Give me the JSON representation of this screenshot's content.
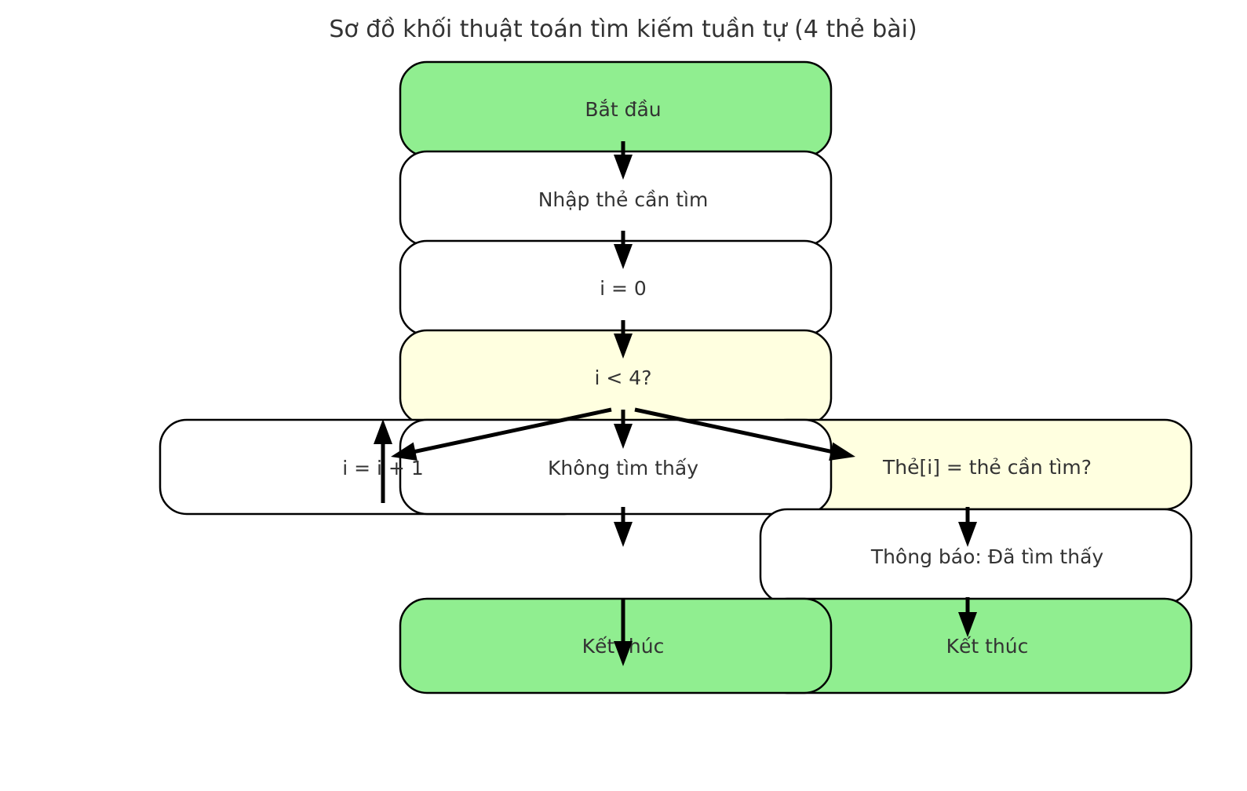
{
  "title": "Sơ đồ khối thuật toán tìm kiếm tuần tự (4 thẻ bài)",
  "colors": {
    "terminal": "#90EE90",
    "process": "#FFFFFF",
    "decision": "#FFFFE0",
    "stroke": "#000000",
    "text": "#333333"
  },
  "nodes": [
    {
      "id": "start",
      "label": "Bắt đầu",
      "kind": "terminal"
    },
    {
      "id": "input",
      "label": "Nhập thẻ cần tìm",
      "kind": "process"
    },
    {
      "id": "init",
      "label": "i = 0",
      "kind": "process"
    },
    {
      "id": "loop-check",
      "label": "i < 4?",
      "kind": "decision"
    },
    {
      "id": "increment",
      "label": "i = i + 1",
      "kind": "process"
    },
    {
      "id": "compare",
      "label": "Thẻ[i] = thẻ cần tìm?",
      "kind": "decision"
    },
    {
      "id": "not-found",
      "label": "Không tìm thấy",
      "kind": "process"
    },
    {
      "id": "found-msg",
      "label": "Thông báo: Đã tìm thấy",
      "kind": "process"
    },
    {
      "id": "end-found",
      "label": "Kết thúc",
      "kind": "terminal"
    },
    {
      "id": "end-not-found",
      "label": "Kết thúc",
      "kind": "terminal"
    }
  ],
  "edges": [
    {
      "from": "start",
      "to": "input"
    },
    {
      "from": "input",
      "to": "init"
    },
    {
      "from": "init",
      "to": "loop-check"
    },
    {
      "from": "loop-check",
      "to": "increment"
    },
    {
      "from": "loop-check",
      "to": "not-found"
    },
    {
      "from": "loop-check",
      "to": "compare"
    },
    {
      "from": "increment",
      "to": "loop-check"
    },
    {
      "from": "not-found",
      "to": "end-not-found"
    },
    {
      "from": "compare",
      "to": "found-msg"
    },
    {
      "from": "found-msg",
      "to": "end-found"
    }
  ]
}
